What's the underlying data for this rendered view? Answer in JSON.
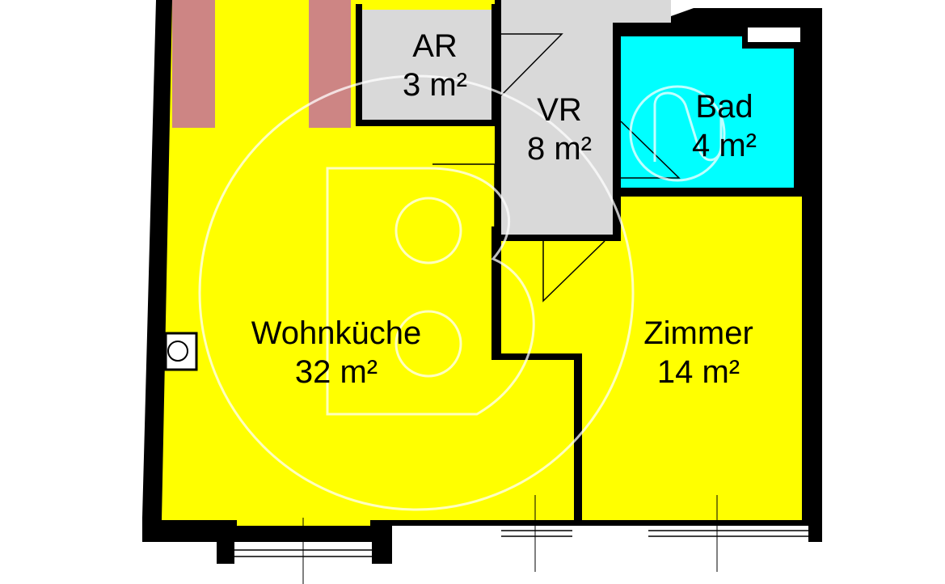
{
  "floorplan": {
    "rooms": [
      {
        "id": "wohnkueche",
        "name": "Wohnküche",
        "area": "32 m²",
        "fill": "#ffff00"
      },
      {
        "id": "zimmer",
        "name": "Zimmer",
        "area": "14 m²",
        "fill": "#ffff00"
      },
      {
        "id": "ar",
        "name": "AR",
        "area": "3 m²",
        "fill": "#d9d9d9"
      },
      {
        "id": "vr",
        "name": "VR",
        "area": "8 m²",
        "fill": "#d9d9d9"
      },
      {
        "id": "bad",
        "name": "Bad",
        "area": "4 m²",
        "fill": "#00ffff"
      }
    ],
    "colors": {
      "wall": "#000000",
      "chimney": "#cd8584",
      "watermark": "#ffffff",
      "background": "#ffffff"
    }
  }
}
